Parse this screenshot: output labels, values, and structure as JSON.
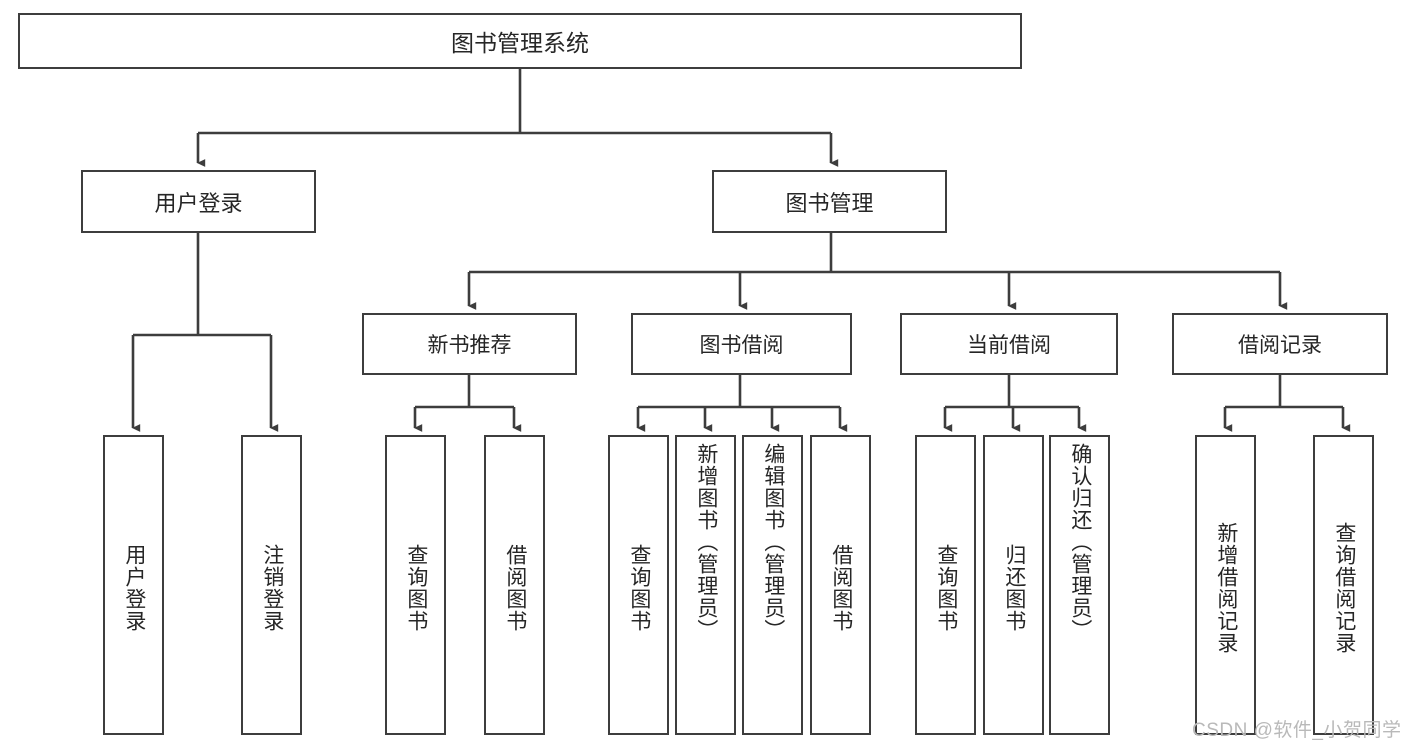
{
  "diagram": {
    "type": "tree",
    "title": "图书管理系统",
    "root": {
      "label": "图书管理系统"
    },
    "level2": [
      {
        "label": "用户登录"
      },
      {
        "label": "图书管理"
      }
    ],
    "level3": [
      {
        "label": "新书推荐"
      },
      {
        "label": "图书借阅"
      },
      {
        "label": "当前借阅"
      },
      {
        "label": "借阅记录"
      }
    ],
    "leaves": {
      "user_login": [
        {
          "label": "用户登录"
        },
        {
          "label": "注销登录"
        }
      ],
      "new_book_recommend": [
        {
          "label": "查询图书"
        },
        {
          "label": "借阅图书"
        }
      ],
      "book_borrow": [
        {
          "label": "查询图书"
        },
        {
          "label": "新增图书（管理员）"
        },
        {
          "label": "编辑图书（管理员）"
        },
        {
          "label": "借阅图书"
        }
      ],
      "current_borrow": [
        {
          "label": "查询图书"
        },
        {
          "label": "归还图书"
        },
        {
          "label": "确认归还（管理员）"
        }
      ],
      "borrow_record": [
        {
          "label": "新增借阅记录"
        },
        {
          "label": "查询借阅记录"
        }
      ]
    }
  },
  "watermark": {
    "text": "CSDN @软件_小贺同学"
  },
  "colors": {
    "border": "#3d3d3d",
    "text": "#262626",
    "background": "#ffffff",
    "watermark": "#b9b9b9"
  }
}
